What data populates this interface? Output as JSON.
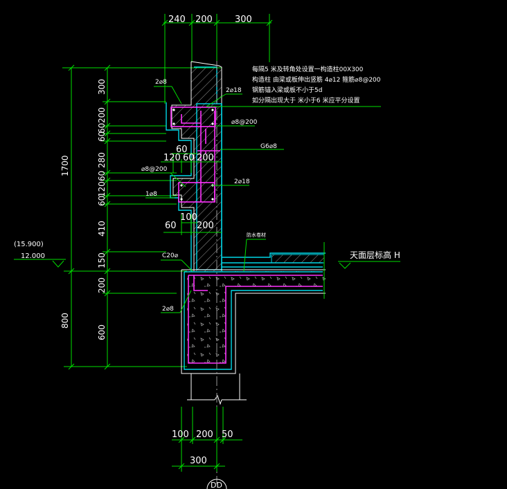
{
  "top_dims": [
    "240",
    "200",
    "300"
  ],
  "left_total": "1700",
  "left_total_lower": "800",
  "left_dims_upper": [
    "300",
    "200",
    "60",
    "60",
    "280",
    "60",
    "120",
    "60",
    "410",
    "150"
  ],
  "left_dims_lower": [
    "200",
    "600"
  ],
  "level_upper": "(15.900)",
  "level_lower": "12.000",
  "inner_dims": {
    "d60a": "60",
    "d120": "120",
    "d60b": "60",
    "d200a": "200",
    "d100a": "100",
    "d60c": "60",
    "d200b": "200"
  },
  "bottom_dims": [
    "100",
    "200",
    "50"
  ],
  "bottom_total": "300",
  "notes": [
    "每隔5 米及转角处设置一构造柱00X300",
    "构造柱 由梁或板伸出竖筋 4⌀12 箍筋⌀8@200",
    "钢筋锚入梁或板不小于5d",
    "如分隔出现大于 米小于6 米应平分设置"
  ],
  "labels": {
    "bar_2phi8_top": "2⌀8",
    "bar_2phi18": "2⌀18",
    "stirrup_top": "⌀8@200",
    "g6": "G6⌀8",
    "stirrup_left": "⌀8@200",
    "bar_2phi18_b": "2⌀18",
    "bar_1phi8": "1⌀8",
    "c20": "C20⌀",
    "bar_2phi8_low": "2⌀8",
    "waterproof": "防水卷材",
    "roof_level": "天面层标高 H",
    "section_mark": "DD"
  },
  "colors": {
    "line_green": "#00e000",
    "outline_cyan": "#00d8e8",
    "rebar_magenta": "#ff33ff",
    "text_white": "#ffffff"
  }
}
